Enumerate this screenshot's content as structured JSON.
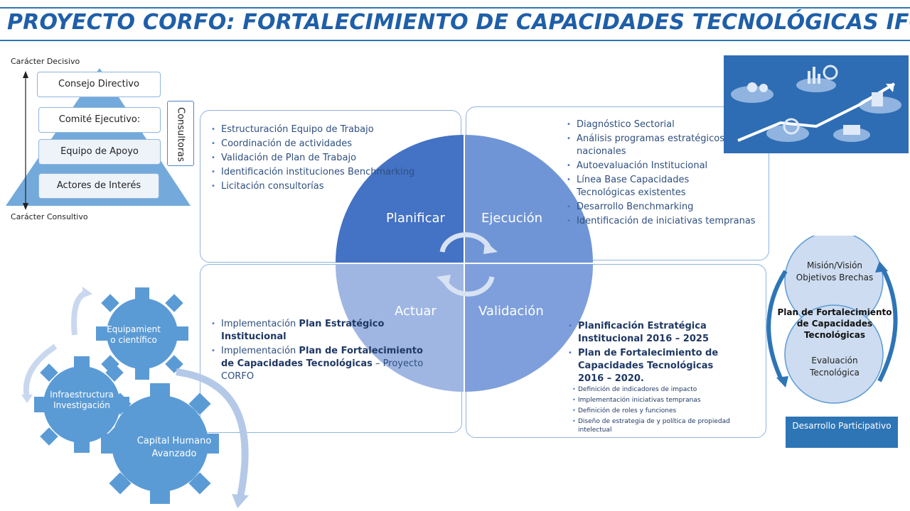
{
  "title": "PROYECTO CORFO: FORTALECIMIENTO DE CAPACIDADES TECNOLÓGICAS IFOP",
  "pyramid": {
    "top_label": "Carácter Decisivo",
    "bottom_label": "Carácter Consultivo",
    "tiers": [
      "Consejo Directivo",
      "Comité Ejecutivo:",
      "Equipo de Apoyo",
      "Actores de Interés"
    ],
    "side": "Consultoras"
  },
  "cycle": {
    "planificar": {
      "label": "Planificar",
      "items": [
        "Estructuración Equipo de Trabajo",
        "Coordinación de actividades",
        "Validación de Plan de Trabajo",
        "Identificación instituciones Benchmarking",
        "Licitación consultorías"
      ]
    },
    "ejecucion": {
      "label": "Ejecución",
      "items": [
        "Diagnóstico Sectorial",
        "Análisis programas estratégicos nacionales",
        "Autoevaluación Institucional",
        "Línea Base Capacidades Tecnológicas existentes",
        "Desarrollo Benchmarking",
        "Identificación de iniciativas tempranas"
      ]
    },
    "actuar": {
      "label": "Actuar",
      "item1_prefix": "Implementación ",
      "item1_bold": "Plan Estratégico Institucional",
      "item2_prefix": "Implementación ",
      "item2_bold": "Plan de Fortalecimiento de Capacidades Tecnológicas",
      "item2_suffix": " – Proyecto CORFO"
    },
    "validacion": {
      "label": "Validación",
      "bold_items": [
        "Planificación Estratégica Institucional 2016 – 2025",
        "Plan de Fortalecimiento de Capacidades Tecnológicas 2016 – 2020."
      ],
      "sub_items": [
        "Definición de indicadores de impacto",
        "Implementación iniciativas tempranas",
        "Definición de roles y funciones",
        "Diseño de estrategia de y política de propiedad intelectual"
      ]
    }
  },
  "gears": {
    "equipamiento": "Equipamient o científico",
    "infraestructura": "Infraestructura Investigación",
    "capital": "Capital Humano Avanzado"
  },
  "right": {
    "circle_top": "Misión/Visión Objetivos Brechas",
    "center": "Plan de Fortalecimiento de Capacidades Tecnológicas",
    "circle_bottom": "Evaluación Tecnológica",
    "button": "Desarrollo Participativo"
  },
  "colors": {
    "dark_blue": "#4472c4",
    "mid_blue": "#6f95d6",
    "light_blue": "#9fb6e3",
    "title_blue": "#1f5fa8",
    "gear_blue": "#5b9bd5"
  }
}
